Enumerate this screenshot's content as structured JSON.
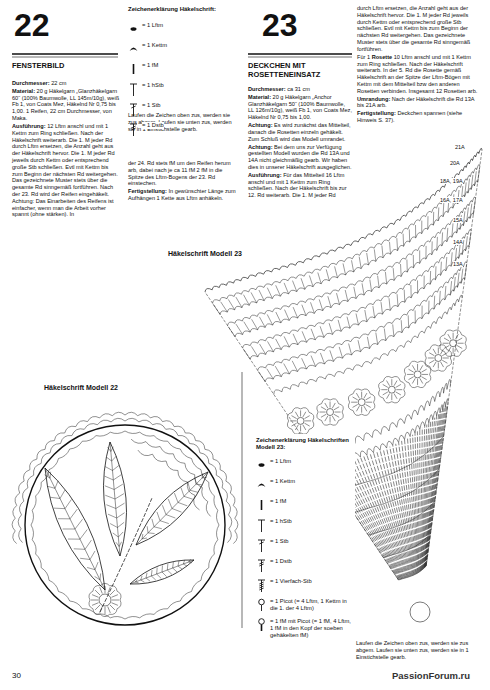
{
  "diagram": {
    "labels": [
      "22",
      "FENSTERBILD",
      "Durchmesser:",
      "22 cm",
      "Material:",
      "20 g Häkelgarn „Glanzhäkelgarn 60“ (100% Baumwolle, LL 145m/10g), weiß Fb 1, von Coats Mez, Häkelnd Nr 0,75 bis 1,00. 1 Reifen, 22 cm Durchmesser, von Maka.",
      "Ausführung:",
      "12 Lftm anschl und mit 1 Kettm zum Ring schließen. Nach der Häkelschrift weiterarb. Die 1. M jeder Rd durch Lftm ersetzen, die Anzahl geht aus der Häkelschrift hervor. Die 1. M jeder Rd jeweils durch Kettm oder entsprechend große Stb schließen. Evtl mit Kettm bis zum Beginn der nächsten Rd weitergehen. Das gezeichnete Muster stets über die gesamte Rd sinngemäß fortführen. Nach der 23. Rd wird der Reifen eingehäkelt. Achtung: Das Einarbeiten des Reifens ist einfacher, wenn man die Arbeit vorher spannt (ohne stärken). In",
      "Zeichenerklärung Häkelschrift:",
      "Laufen die Zeichen oben zus, werden sie zus abgem. Laufen sie unten zus, werden sie in 1 Einstichstelle gearb.",
      "der 24. Rd stets fM um den Reifen herum arb, dabei nach je ca 11 fM 2 fM in die Spitze des Lftm-Bogens der 23. Rd einstechen.",
      "Fertigstellung:",
      "In gewünschter Länge zum Aufhängen 1 Kette aus Lftm anhäkeln.",
      "23",
      "DECKCHEN MIT ROSETTENEINSATZ",
      "Durchmesser:",
      "ca 31 cm",
      "Material:",
      "20 g Häkelgarn „Anchor Glanzhäkelgarn 50“ (100% Baumwolle, LL 126m/10g), weiß Fb 1, von Coats Mez, Häkelnd Nr 0,75 bis 1,00.",
      "Achtung:",
      "Es wird zunächst das Mittelteil, danach die Rosetten einzeln gehäkelt. Zum Schluß wird das Modell umrandet.",
      "Achtung:",
      "Bei dem uns zur Verfügung gestellten Modell wurden die Rd 13A und 14A nicht gleichmäßig gearb. Wir haben dies in unserer Häkelschrift ausgeglichen.",
      "Ausführung:",
      "Für das Mittelteil 16 Lftm anschl und mit 1 Kettm zum Ring schließen. Nach der Häkelschrift bis zur 12. Rd weiterarb. Die 1. M jeder Rd",
      "durch Lftm ersetzen, die Anzahl geht aus der Häkelschrift hervor. Die 1. M jeder Rd jeweils durch Kettm oder entsprechend große Stb schließen. Evtl mit Kettm bis zum Beginn der nächsten Rd weitergehen. Das gezeichnete Muster stets über die gesamte Rd sinngemäß fortführen.",
      "Für 1",
      "Rosette",
      "10 Lftm anschl und mit 1 Kettm zum Ring schließen. Nach der Häkelschrift weiterarb. In der 5. Rd die Rosette gemäß Häkelschrift an der Spitze der Lftm-Bögen mit Kettm mit dem Mittelteil bzw den anderen Rosetten verbinden. Insgesamt 12 Rosetten arb.",
      "Umrandung:",
      "Nach der Häkelschrift die Rd 13A bis 21A arb.",
      "Fertigstellung:",
      "Deckchen spannen (siehe Hinweis S. 37).",
      "Häkelschrift Modell 23",
      "21A",
      "20A",
      "18A, 19A",
      "16A, 17A",
      "15A",
      "14A",
      "13A",
      "Häkelschrift Modell 22",
      "Zeichenerklärung Häkelschriften Modell 23:",
      "Laufen die Zeichen oben zus, werden sie zus abgem. Laufen sie unten zus, werden sie in 1 Einstichstelle gearb.",
      "30",
      "PassionForum.ru"
    ],
    "legend": [
      {
        "text": "= 1 Lftm"
      },
      {
        "text": "= 1 Kettm"
      },
      {
        "text": "= 1 fM"
      },
      {
        "text": "= 1 hStb"
      },
      {
        "text": "= 1 Stb"
      },
      {
        "text": "= 1 Dstb"
      },
      {
        "text": "= 1 Lftm"
      },
      {
        "text": "= 1 Kettm"
      },
      {
        "text": "= 1 fM"
      },
      {
        "text": "= 1 hStb"
      },
      {
        "text": "= 1 Stb"
      },
      {
        "text": "= 1 Dstb"
      },
      {
        "text": "= 1 Vierfach-Stb"
      },
      {
        "text": "= 1 Picot (= 4 Lftm, 1 Kettm in die 1. der 4 Lftm)"
      },
      {
        "text": "= 1 fM mit Picot (= 1 fM, 4 Lftm, 1 fM in den Kopf der soeben gehäkelten fM)"
      }
    ]
  }
}
